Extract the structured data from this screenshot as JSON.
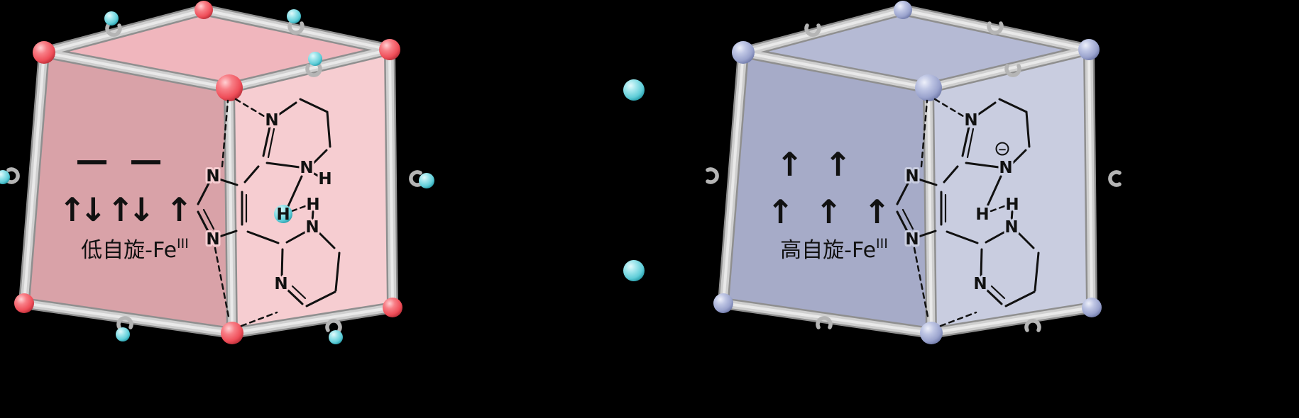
{
  "figure": {
    "description": "Spin-crossover cage diagram: low-spin Fe(III) cube (pink, protonated ligand, bound aqua protons) versus high-spin Fe(III) cube (lavender, deprotonated ligand, released protons)."
  },
  "colors": {
    "background": "#000000",
    "tube": "#cfcfcf",
    "tube_dark": "#8f8f8f",
    "cyan": "#7edbe2",
    "cyan_dark": "#2fa9b6",
    "ink": "#111111",
    "left_cube": {
      "face_left": "#d9a2a8",
      "face_right": "#f6cdd1",
      "face_top": "#f0b6bd",
      "vertex": "#f2535e"
    },
    "right_cube": {
      "face_left": "#a6abc8",
      "face_right": "#c9cde0",
      "face_top": "#b5bad4",
      "vertex": "#a9b0d4"
    }
  },
  "left_cube": {
    "spin_state": "low-spin",
    "label": "低自旋-Fe",
    "label_sup": "III",
    "orbitals_top": [
      "—",
      "—"
    ],
    "orbitals_bottom": [
      "↑↓",
      "↑↓",
      "↑"
    ],
    "ligand": {
      "im_n_top": "N",
      "im_n_bot": "N",
      "top_n": "N",
      "top_nh_n": "N",
      "top_nh_h": "H",
      "bridge_h": "H",
      "acceptor_h": "H",
      "bot_nh_n": "N",
      "bot_n": "N"
    }
  },
  "right_cube": {
    "spin_state": "high-spin",
    "label": "高自旋-Fe",
    "label_sup": "III",
    "orbitals_top": [
      "↑",
      "↑"
    ],
    "orbitals_bottom": [
      "↑",
      "↑",
      "↑"
    ],
    "ligand": {
      "im_n_top": "N",
      "im_n_bot": "N",
      "top_n": "N",
      "top_nh_n": "N",
      "charge": "−",
      "bridge_h": "H",
      "acceptor_h": "H",
      "bot_nh_n": "N",
      "bot_n": "N"
    }
  },
  "middle": {
    "free_proton_spheres": 2
  }
}
